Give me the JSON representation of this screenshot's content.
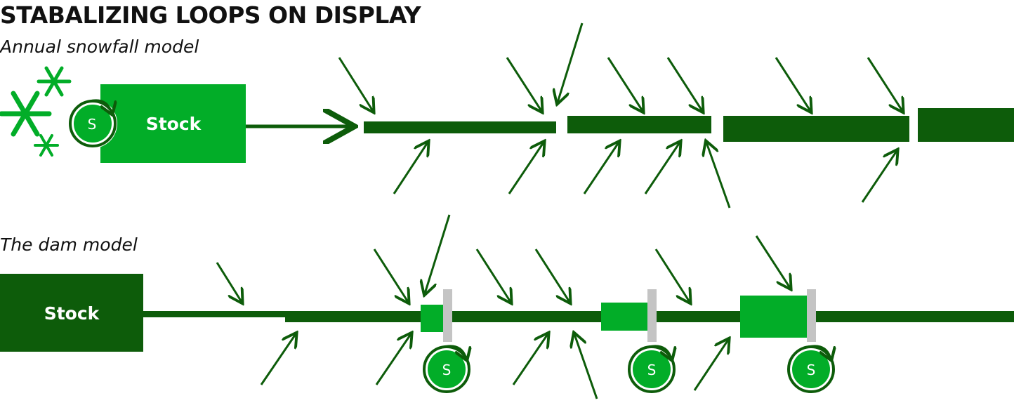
{
  "title": "STABALIZING LOOPS ON DISPLAY",
  "models": {
    "snowfall": {
      "label": "Annual snowfall model",
      "stock_label": "Stock",
      "loop_label": "S"
    },
    "dam": {
      "label": "The dam model",
      "stock_label": "Stock",
      "loop_label": "S"
    }
  },
  "colors": {
    "dark_green": "#0d5c0a",
    "bright_green": "#02ad28",
    "gray": "#c4c4c4",
    "text": "#111111"
  },
  "icons": [
    "snowflake-icon",
    "loop-arrow-icon",
    "flow-arrow-icon"
  ]
}
